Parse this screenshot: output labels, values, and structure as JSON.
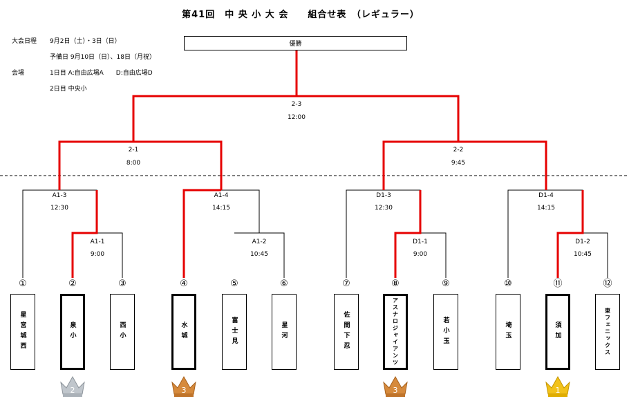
{
  "title": "第41回　中 央 小 大 会　　組合せ表　（レギュラー）",
  "schedule": {
    "label": "大会日程",
    "line1": "9月2日（土）・3日（日）",
    "line2": "予備日 9月10日（日）、18日（月祝）",
    "venue_label": "会場",
    "venue1": "1日目 A:自由広場A　　D:自由広場D",
    "venue2": "2日目 中央小"
  },
  "final_label": "優勝",
  "matches": {
    "final": {
      "code": "2-3",
      "time": "12:00"
    },
    "sf1": {
      "code": "2-1",
      "time": "8:00"
    },
    "sf2": {
      "code": "2-2",
      "time": "9:45"
    },
    "a13": {
      "code": "A1-3",
      "time": "12:30"
    },
    "a14": {
      "code": "A1-4",
      "time": "14:15"
    },
    "a11": {
      "code": "A1-1",
      "time": "9:00"
    },
    "a12": {
      "code": "A1-2",
      "time": "10:45"
    },
    "d13": {
      "code": "D1-3",
      "time": "12:30"
    },
    "d14": {
      "code": "D1-4",
      "time": "14:15"
    },
    "d11": {
      "code": "D1-1",
      "time": "9:00"
    },
    "d12": {
      "code": "D1-2",
      "time": "10:45"
    }
  },
  "teams": [
    {
      "num": "①",
      "name": "星宮城西"
    },
    {
      "num": "②",
      "name": "泉小"
    },
    {
      "num": "③",
      "name": "西小"
    },
    {
      "num": "④",
      "name": "水城"
    },
    {
      "num": "⑤",
      "name": "富士見"
    },
    {
      "num": "⑥",
      "name": "星河"
    },
    {
      "num": "⑦",
      "name": "佐間下忍"
    },
    {
      "num": "⑧",
      "name": "アスナロジャイアンツ"
    },
    {
      "num": "⑨",
      "name": "若小玉"
    },
    {
      "num": "⑩",
      "name": "埼玉"
    },
    {
      "num": "⑪",
      "name": "須加"
    },
    {
      "num": "⑫",
      "name": "東フェニックス"
    }
  ],
  "crowns": [
    {
      "place": "2",
      "color": "#c0c6cc"
    },
    {
      "place": "3",
      "color": "#d68a3c"
    },
    {
      "place": "3",
      "color": "#d68a3c"
    },
    {
      "place": "1",
      "color": "#f2c21a"
    }
  ],
  "colors": {
    "win_line": "#e60000",
    "line": "#000000"
  }
}
